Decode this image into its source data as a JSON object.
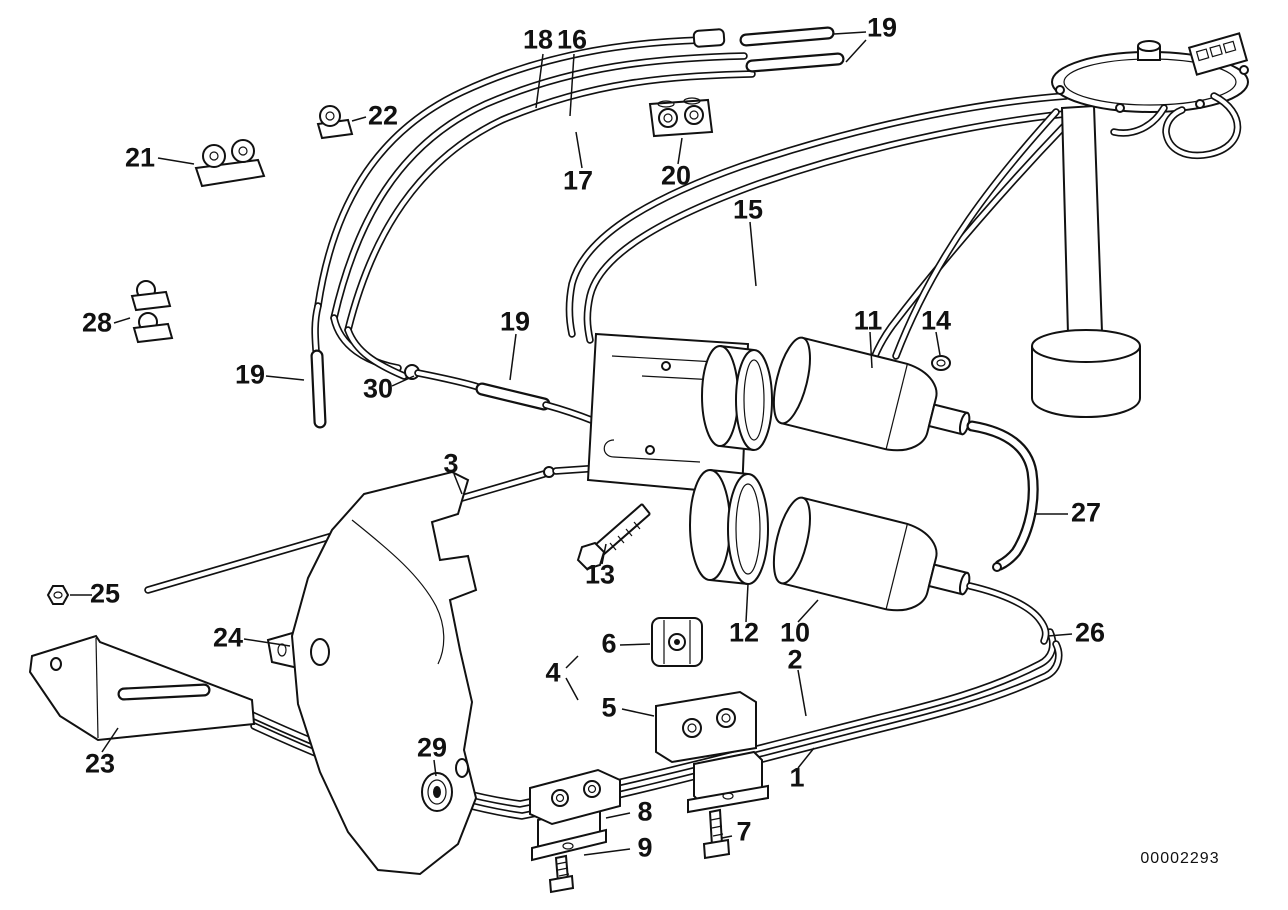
{
  "diagram": {
    "doc_number": "00002293",
    "colors": {
      "line": "#111111",
      "background": "#ffffff"
    },
    "callouts": [
      {
        "n": "18"
      },
      {
        "n": "16"
      },
      {
        "n": "19"
      },
      {
        "n": "22"
      },
      {
        "n": "21"
      },
      {
        "n": "17"
      },
      {
        "n": "20"
      },
      {
        "n": "15"
      },
      {
        "n": "11"
      },
      {
        "n": "14"
      },
      {
        "n": "28"
      },
      {
        "n": "19"
      },
      {
        "n": "19"
      },
      {
        "n": "30"
      },
      {
        "n": "3"
      },
      {
        "n": "13"
      },
      {
        "n": "27"
      },
      {
        "n": "25"
      },
      {
        "n": "24"
      },
      {
        "n": "12"
      },
      {
        "n": "10"
      },
      {
        "n": "2"
      },
      {
        "n": "26"
      },
      {
        "n": "6"
      },
      {
        "n": "4"
      },
      {
        "n": "5"
      },
      {
        "n": "23"
      },
      {
        "n": "29"
      },
      {
        "n": "8"
      },
      {
        "n": "1"
      },
      {
        "n": "7"
      },
      {
        "n": "9"
      }
    ]
  }
}
